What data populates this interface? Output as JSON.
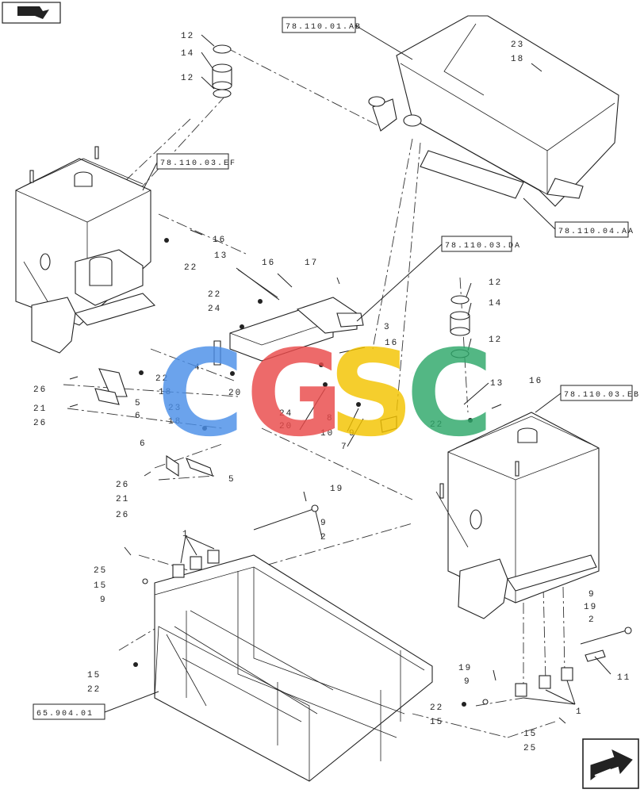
{
  "watermark": {
    "letters": [
      "C",
      "G",
      "S",
      "C"
    ],
    "colors": [
      "#4b8fe8",
      "#ea4a4a",
      "#f4c400",
      "#2ea86a"
    ]
  },
  "refs": {
    "r1": "78.110.01.AB",
    "r2": "78.110.03.EF",
    "r3": "78.110.04.AA",
    "r4": "78.110.03.DA",
    "r5": "78.110.03.EB",
    "r6": "65.904.01"
  },
  "labels": {
    "n1": "12",
    "n2": "14",
    "n3": "12",
    "n4": "23",
    "n5": "18",
    "n6": "16",
    "n7": "22",
    "n8": "13",
    "n9": "16",
    "n10": "17",
    "n11": "22",
    "n12": "24",
    "n13": "3",
    "n14": "16",
    "n15": "12",
    "n16": "14",
    "n17": "12",
    "n18": "4",
    "n19": "22",
    "n20": "20",
    "n21": "18",
    "n22": "26",
    "n23": "21",
    "n24": "26",
    "n25": "5",
    "n26": "6",
    "n27": "23",
    "n28": "18",
    "n29": "20",
    "n30": "24",
    "n31": "8",
    "n32": "10",
    "n33": "9",
    "n34": "7",
    "n35": "13",
    "n36": "16",
    "n37": "22",
    "n38": "6",
    "n39": "26",
    "n40": "21",
    "n41": "26",
    "n42": "5",
    "n43": "19",
    "n44": "9",
    "n45": "2",
    "n46": "1",
    "n47": "25",
    "n48": "15",
    "n49": "9",
    "n50": "9",
    "n51": "19",
    "n52": "2",
    "n53": "11",
    "n54": "15",
    "n55": "22",
    "n56": "19",
    "n57": "9",
    "n58": "22",
    "n59": "15",
    "n60": "1",
    "n61": "15",
    "n62": "25"
  },
  "icons": {
    "top_left": "arrow-up-right-icon",
    "bottom_right": "arrow-next-icon"
  }
}
